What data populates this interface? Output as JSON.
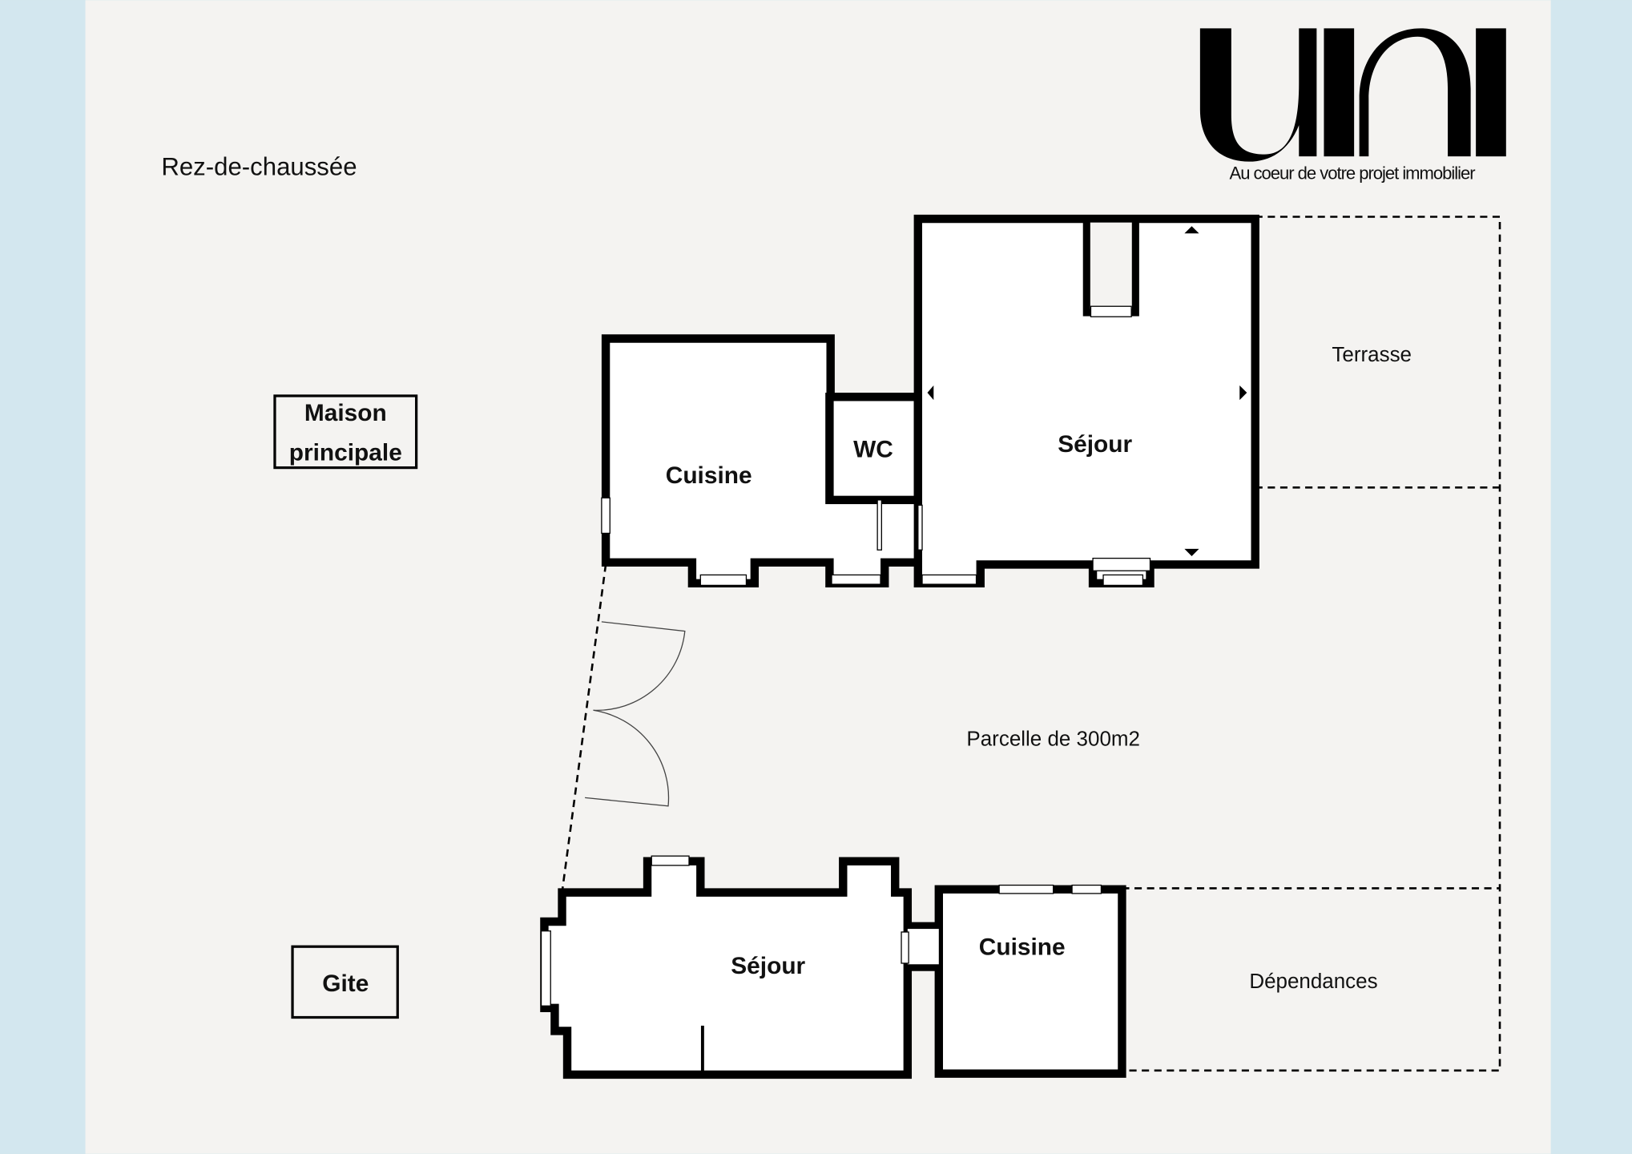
{
  "logo": {
    "mark": "UNI",
    "tagline": "Au coeur de votre projet immobilier"
  },
  "title": "Rez-de-chaussée",
  "buildings": {
    "main": {
      "label_line1": "Maison",
      "label_line2": "principale"
    },
    "gite": {
      "label": "Gite"
    }
  },
  "rooms": {
    "main_cuisine": "Cuisine",
    "main_wc": "WC",
    "main_sejour": "Séjour",
    "gite_sejour": "Séjour",
    "gite_cuisine": "Cuisine"
  },
  "areas": {
    "terrasse": "Terrasse",
    "parcelle": "Parcelle de 300m2",
    "dependances": "Dépendances"
  },
  "colors": {
    "side": "#d3e7ef",
    "paper": "#f4f3f1",
    "wall": "#000000"
  }
}
